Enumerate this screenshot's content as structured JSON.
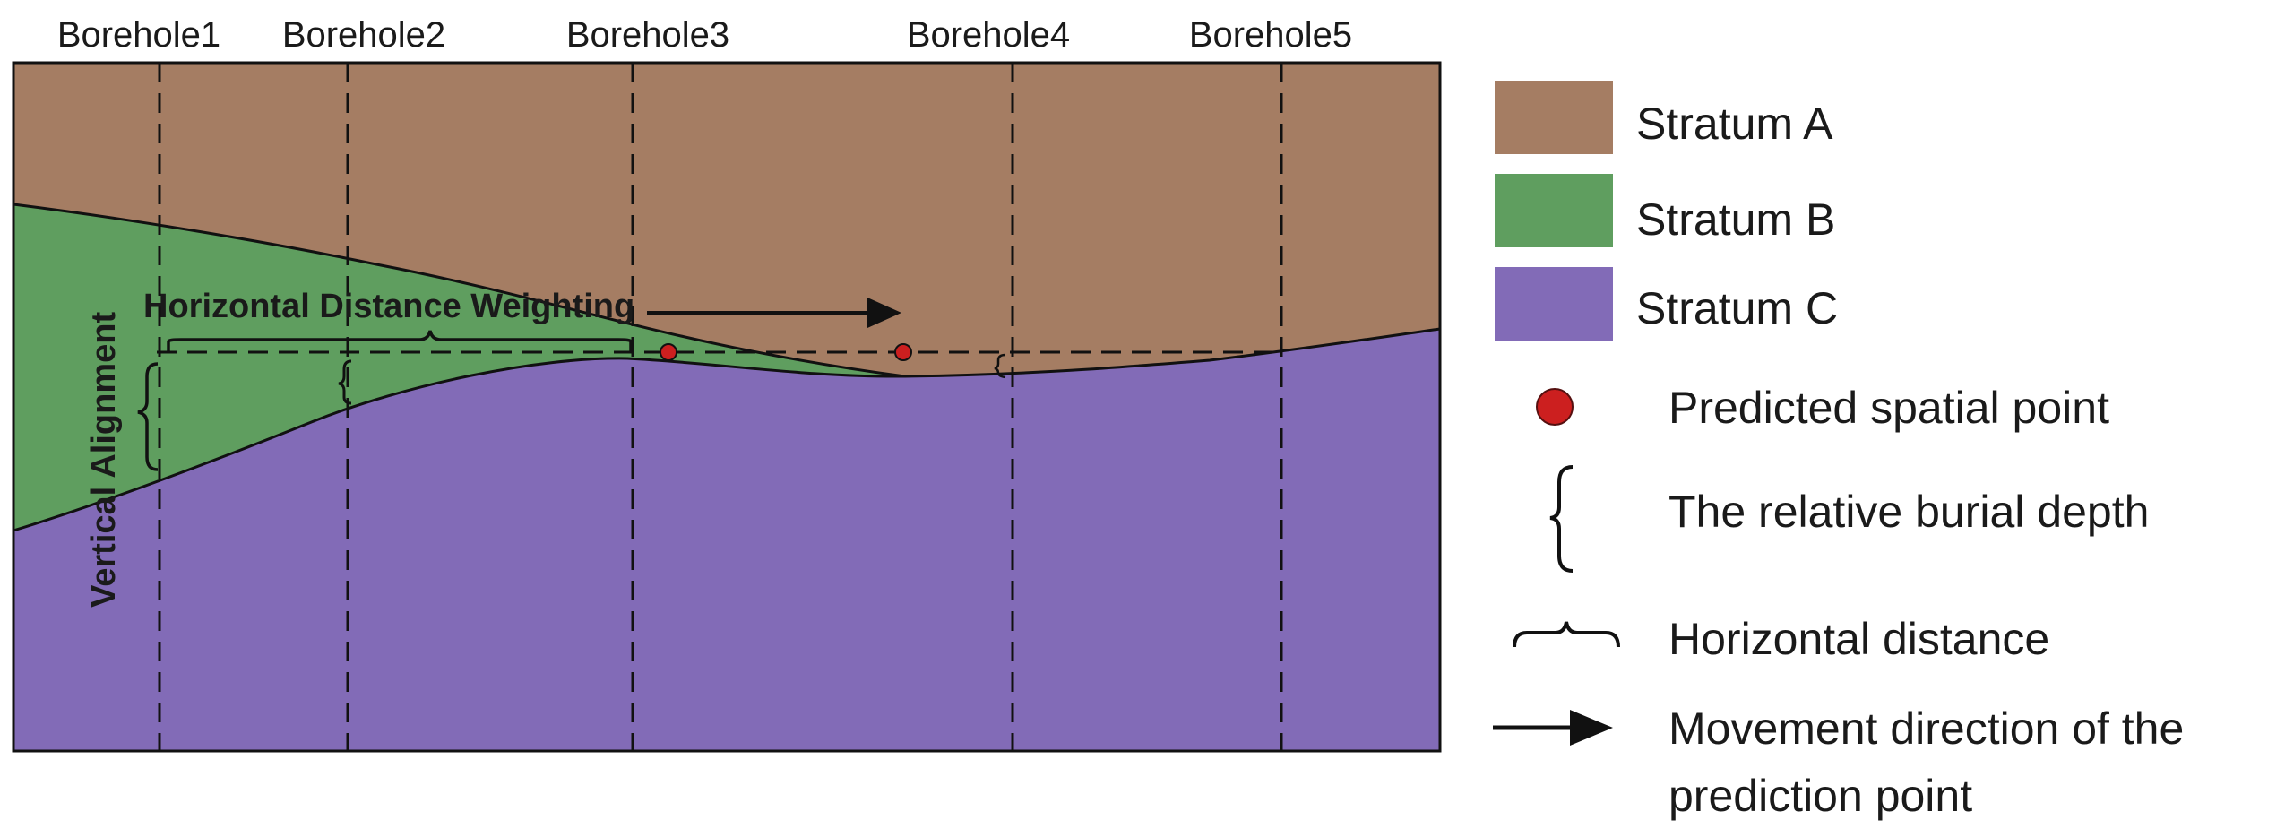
{
  "boreholes": [
    {
      "label": "Borehole1"
    },
    {
      "label": "Borehole2"
    },
    {
      "label": "Borehole3"
    },
    {
      "label": "Borehole4"
    },
    {
      "label": "Borehole5"
    }
  ],
  "annotations": {
    "horizontal": "Horizontal Distance Weighting",
    "vertical": "Vertical Alignment"
  },
  "legend": {
    "stratum_a": "Stratum A",
    "stratum_b": "Stratum B",
    "stratum_c": "Stratum C",
    "point": "Predicted spatial point",
    "depth": "The relative burial depth",
    "distance": "Horizontal distance",
    "movement_line1": "Movement direction of the",
    "movement_line2": "prediction point"
  },
  "colors": {
    "stratum_a": "#a57d63",
    "stratum_b": "#5f9e5f",
    "stratum_c": "#826bb7",
    "point": "#cc1f1f"
  }
}
